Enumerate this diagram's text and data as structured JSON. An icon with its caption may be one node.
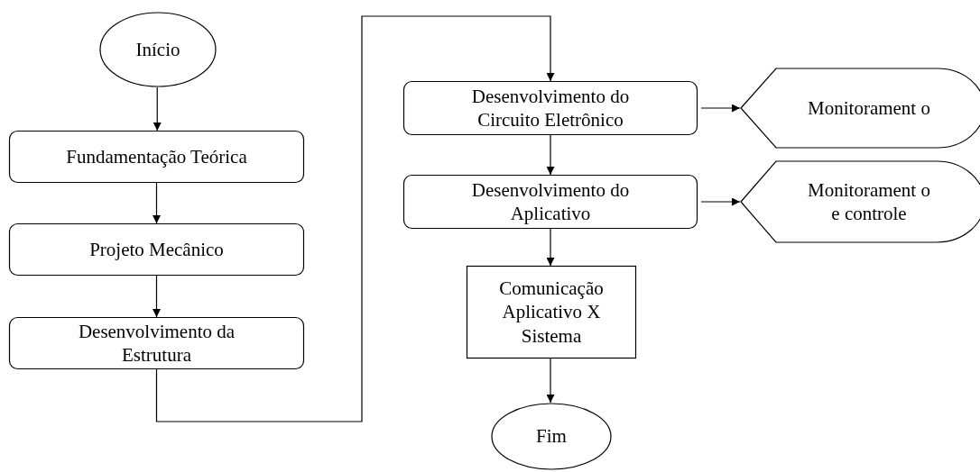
{
  "diagram": {
    "nodes": [
      {
        "text": [
          "Início"
        ]
      },
      {
        "text": [
          "Fundamentação Teórica"
        ]
      },
      {
        "text": [
          "Projeto Mecânico"
        ]
      },
      {
        "text": [
          "Desenvolvimento da Estrutura"
        ]
      },
      {
        "text": [
          "Desenvolvimento do Circuito Eletrônico"
        ]
      },
      {
        "text": [
          "Monitorament o"
        ]
      },
      {
        "text": [
          "Desenvolvimento do Aplicativo"
        ]
      },
      {
        "text": [
          "Monitorament o e controle"
        ]
      },
      {
        "text": [
          "Comunicação Aplicativo X Sistema"
        ]
      },
      {
        "text": [
          "Fim"
        ]
      }
    ],
    "edges": [
      {
        "from": 0,
        "to": 1,
        "arrow": "to"
      },
      {
        "from": 1,
        "to": 2,
        "arrow": "to"
      },
      {
        "from": 2,
        "to": 3,
        "arrow": "to"
      },
      {
        "from": 3,
        "to": 4,
        "arrow": "to"
      },
      {
        "from": 4,
        "to": 5,
        "arrow": "to"
      },
      {
        "from": 4,
        "to": 6,
        "arrow": "to"
      },
      {
        "from": 6,
        "to": 7,
        "arrow": "to"
      },
      {
        "from": 6,
        "to": 8,
        "arrow": "to"
      },
      {
        "from": 8,
        "to": 9,
        "arrow": "to"
      }
    ]
  }
}
